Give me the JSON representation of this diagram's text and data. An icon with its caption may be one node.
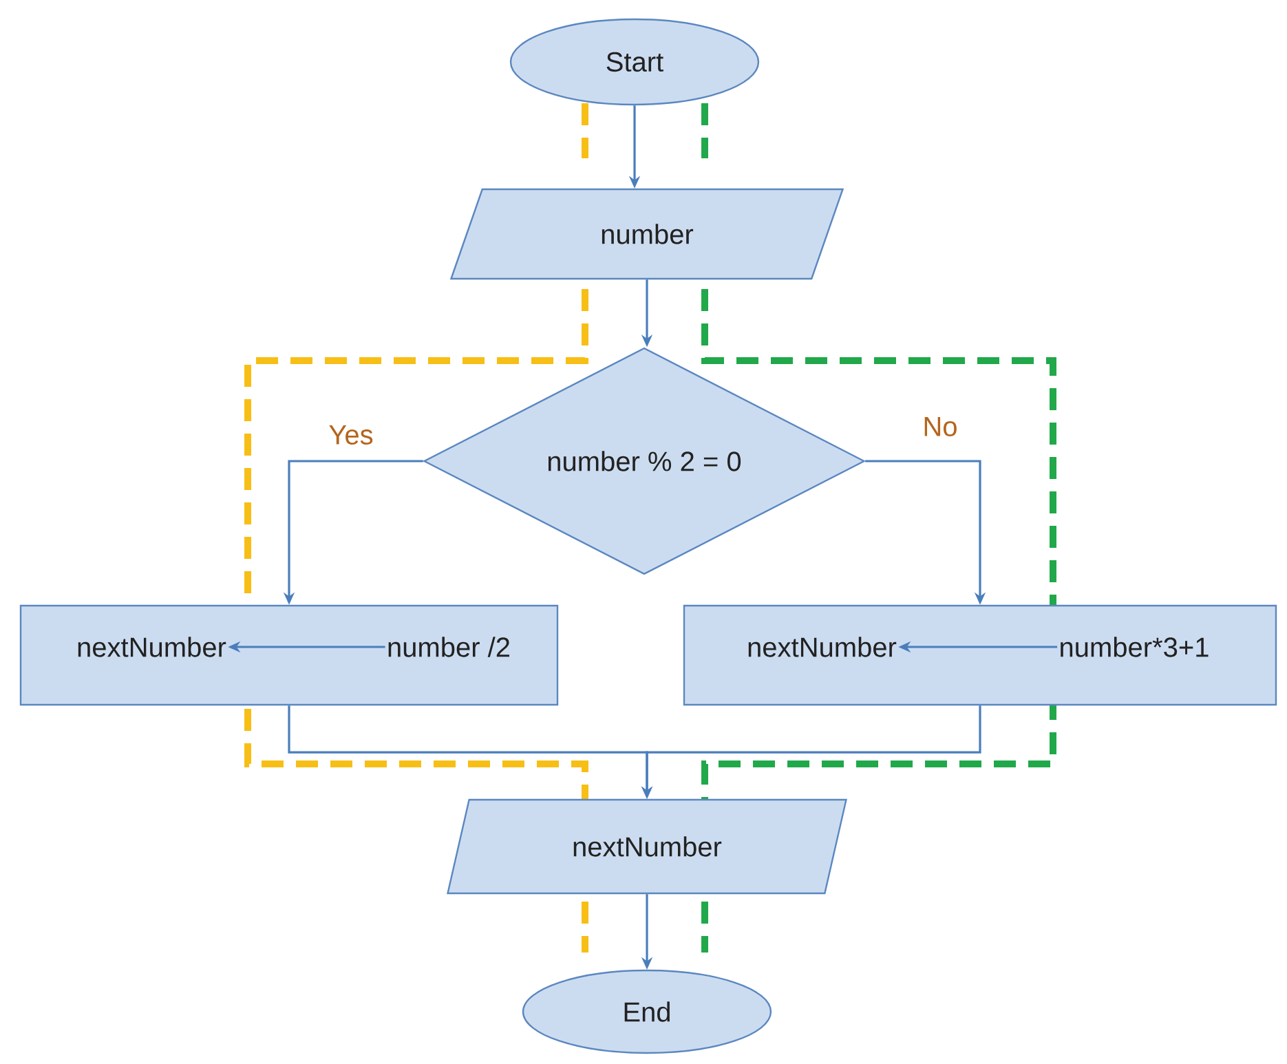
{
  "diagram": {
    "nodes": [
      {
        "text": [
          "Start"
        ]
      },
      {
        "text": [
          "number"
        ]
      },
      {
        "text": [
          "number % 2 = 0"
        ]
      },
      {
        "text": [],
        "shape": "box"
      },
      {
        "text": [
          "nextNumber"
        ],
        "in": 3
      },
      {
        "text": [
          "number /2"
        ],
        "in": 3
      },
      {
        "text": [],
        "shape": "box"
      },
      {
        "text": [
          "nextNumber"
        ],
        "in": 6
      },
      {
        "text": [
          "number*3+1"
        ],
        "in": 6
      },
      {
        "text": [
          "nextNumber"
        ]
      },
      {
        "text": [
          "End"
        ]
      }
    ],
    "edges": [
      {
        "from": 0,
        "to": 1,
        "arrow": "to"
      },
      {
        "from": 1,
        "to": 2,
        "arrow": "to"
      },
      {
        "from": 2,
        "to": 3,
        "arrow": "to",
        "label": "Yes"
      },
      {
        "from": 2,
        "to": 6,
        "arrow": "to",
        "label": "No"
      },
      {
        "from": 5,
        "to": 4,
        "arrow": "to"
      },
      {
        "from": 8,
        "to": 7,
        "arrow": "to"
      },
      {
        "from": 3,
        "to": 9,
        "arrow": "to"
      },
      {
        "from": 6,
        "to": 9,
        "arrow": "to"
      },
      {
        "from": 9,
        "to": 10,
        "arrow": "to"
      }
    ]
  }
}
